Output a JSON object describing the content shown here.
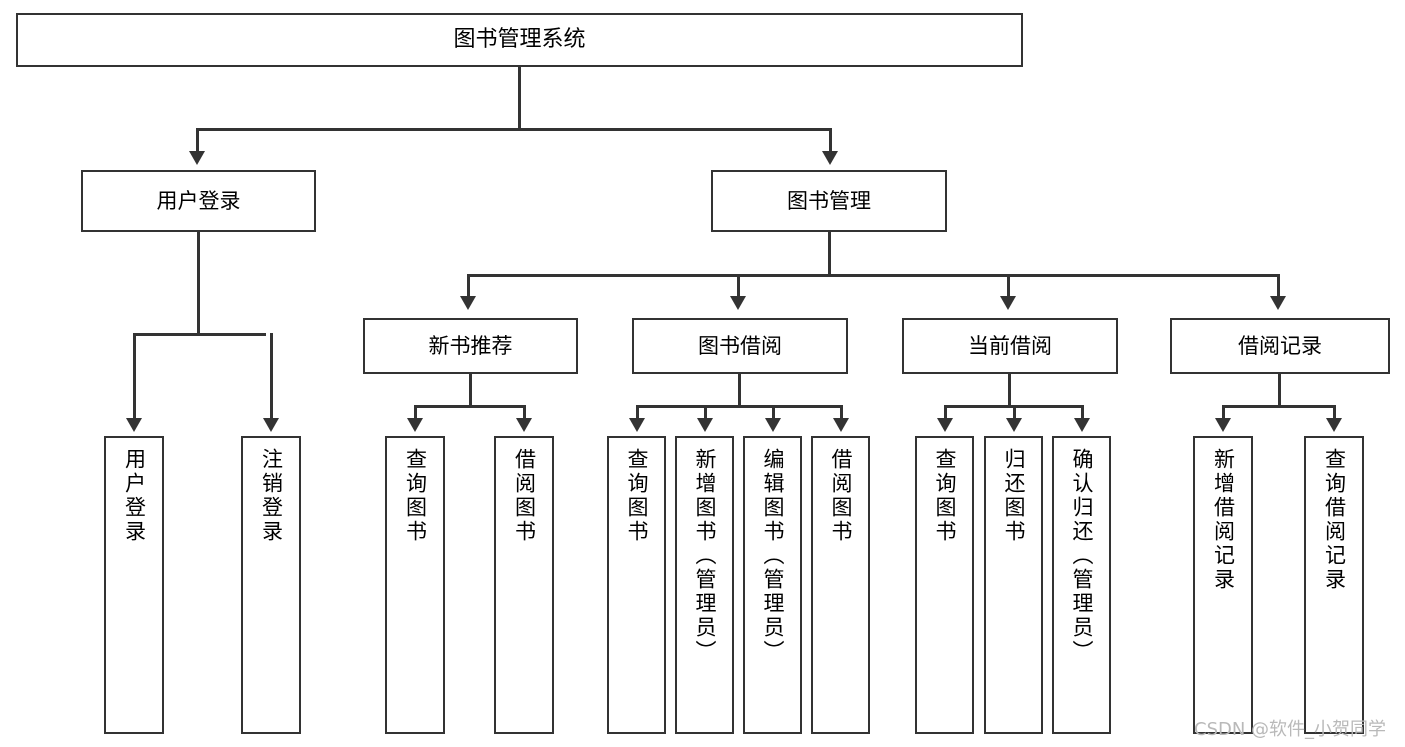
{
  "diagram": {
    "type": "tree-hierarchy",
    "title": "图书管理系统",
    "root": {
      "label": "图书管理系统"
    },
    "level2": [
      {
        "label": "用户登录"
      },
      {
        "label": "图书管理"
      }
    ],
    "level3": [
      {
        "label": "新书推荐"
      },
      {
        "label": "图书借阅"
      },
      {
        "label": "当前借阅"
      },
      {
        "label": "借阅记录"
      }
    ],
    "leaves": {
      "user_login": [
        {
          "label": "用户登录"
        },
        {
          "label": "注销登录"
        }
      ],
      "new_book_recommend": [
        {
          "label": "查询图书"
        },
        {
          "label": "借阅图书"
        }
      ],
      "book_borrow": [
        {
          "label": "查询图书"
        },
        {
          "label": "新增图书（管理员）"
        },
        {
          "label": "编辑图书（管理员）"
        },
        {
          "label": "借阅图书"
        }
      ],
      "current_borrow": [
        {
          "label": "查询图书"
        },
        {
          "label": "归还图书"
        },
        {
          "label": "确认归还（管理员）"
        }
      ],
      "borrow_record": [
        {
          "label": "新增借阅记录"
        },
        {
          "label": "查询借阅记录"
        }
      ]
    }
  },
  "watermark": {
    "text": "CSDN @软件_小贺同学"
  },
  "colors": {
    "border": "#333333",
    "background": "#ffffff",
    "text": "#000000",
    "watermark": "#b9b9b9"
  }
}
